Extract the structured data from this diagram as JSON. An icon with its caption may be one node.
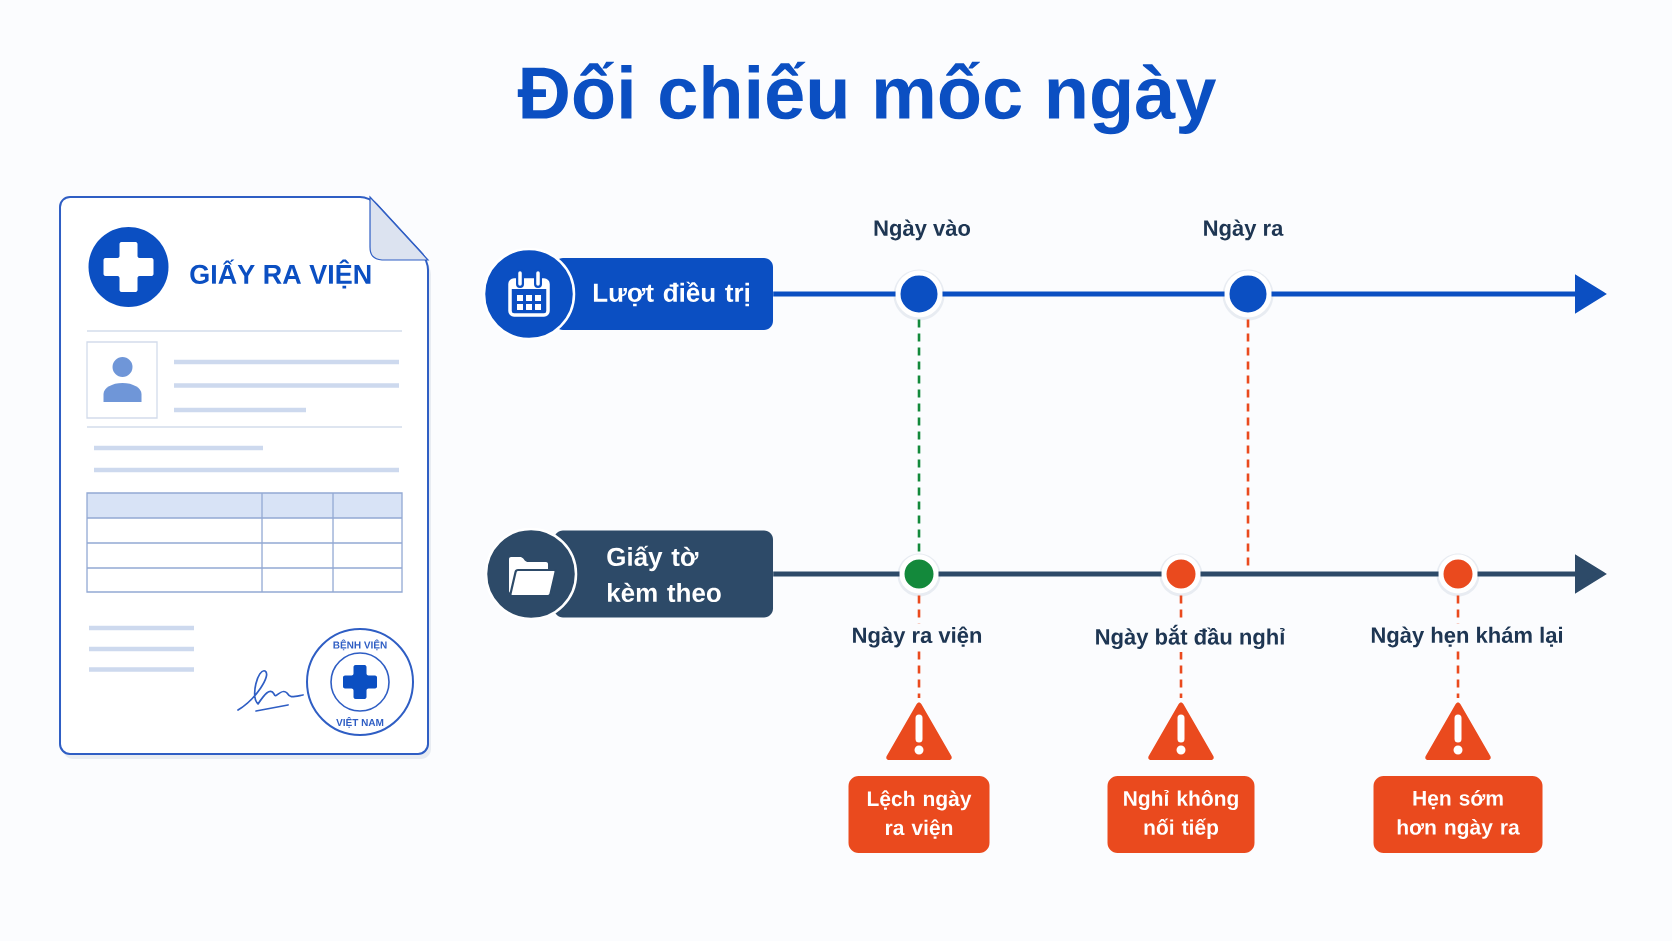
{
  "diagram": {
    "title": "Đối chiếu mốc ngày",
    "nodes": [
      {
        "text": [
          "GIẤY RA VIỆN"
        ]
      },
      {
        "text": [
          "BỆNH VIỆN",
          "VIỆT NAM"
        ],
        "in": 0
      },
      {
        "text": [
          "Lượt điều trị"
        ]
      },
      {
        "text": [],
        "shape": "circle",
        "beside": [
          "Ngày vào"
        ]
      },
      {
        "text": [],
        "shape": "circle",
        "beside": [
          "Ngày ra"
        ]
      },
      {
        "text": [
          "Giấy tờ kèm theo"
        ]
      },
      {
        "text": [],
        "shape": "circle",
        "beside": [
          "Ngày ra viện"
        ]
      },
      {
        "text": [],
        "shape": "circle",
        "beside": [
          "Ngày bắt đầu nghỉ"
        ]
      },
      {
        "text": [],
        "shape": "circle",
        "beside": [
          "Ngày hẹn khám lại"
        ]
      },
      {
        "text": [],
        "shape": "triangle"
      },
      {
        "text": [
          "Lệch ngày ra viện"
        ]
      },
      {
        "text": [],
        "shape": "triangle"
      },
      {
        "text": [
          "Nghỉ không nối tiếp"
        ]
      },
      {
        "text": [],
        "shape": "triangle"
      },
      {
        "text": [
          "Hẹn sớm hơn ngày ra"
        ]
      }
    ],
    "edges": [
      {
        "from": 2,
        "to": 3,
        "arrow": "none",
        "color": "#0b4fc2"
      },
      {
        "from": 3,
        "to": 4,
        "arrow": "none",
        "color": "#0b4fc2"
      },
      {
        "from": 4,
        "to": null,
        "arrow": "to",
        "color": "#0b4fc2"
      },
      {
        "from": 5,
        "to": 6,
        "arrow": "none"
      },
      {
        "from": 6,
        "to": 7,
        "arrow": "none"
      },
      {
        "from": 7,
        "to": 8,
        "arrow": "none"
      },
      {
        "from": 8,
        "to": null,
        "arrow": "to"
      },
      {
        "from": 3,
        "to": 6,
        "arrow": "none",
        "style": "dashed",
        "color": "#13893b"
      },
      {
        "from": 4,
        "to": null,
        "arrow": "none",
        "style": "dashed",
        "color": "#ea4a1e"
      },
      {
        "from": 6,
        "to": 9,
        "arrow": "none",
        "style": "dashed",
        "color": "#ea4a1e"
      },
      {
        "from": 7,
        "to": 11,
        "arrow": "none",
        "style": "dashed",
        "color": "#ea4a1e"
      },
      {
        "from": 8,
        "to": 13,
        "arrow": "none",
        "style": "dashed",
        "color": "#ea4a1e"
      }
    ]
  }
}
